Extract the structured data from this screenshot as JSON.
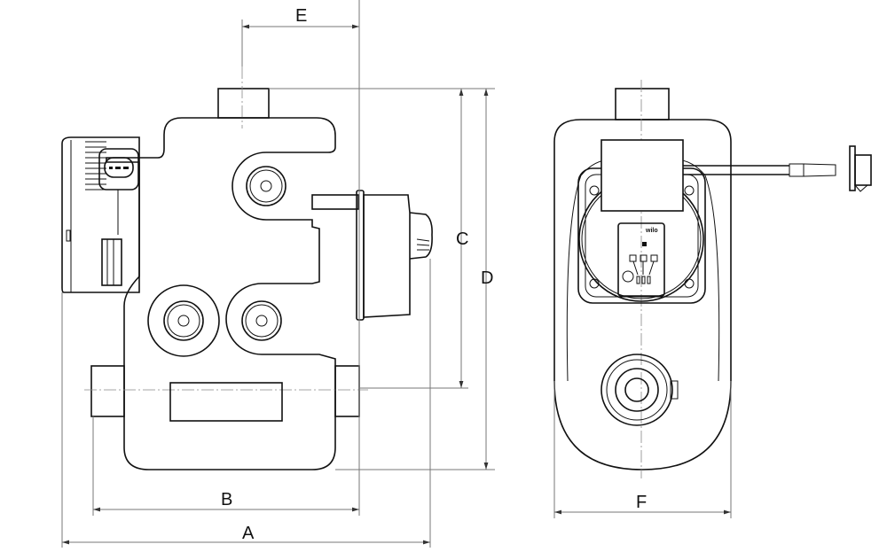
{
  "dimensions": {
    "A": "A",
    "B": "B",
    "C": "C",
    "D": "D",
    "E": "E",
    "F": "F"
  },
  "logo_text": "wilo",
  "colors": {
    "line": "#111111",
    "dimension": "#777777",
    "background": "#ffffff"
  }
}
